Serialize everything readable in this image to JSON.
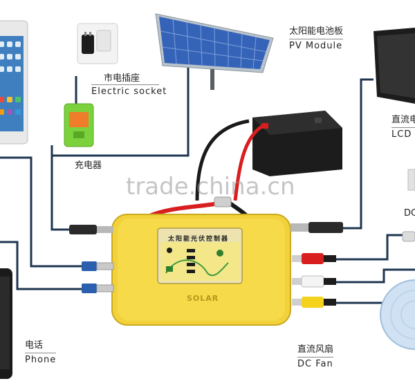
{
  "labels": {
    "pv_module_cn": "太阳能电池板",
    "pv_module_en": "PV  Module",
    "electric_socket_cn": "市电插座",
    "electric_socket_en": "Electric  socket",
    "charger_cn": "充电器",
    "lcd_cn": "直流电",
    "lcd_en": "LCD  T",
    "dc_partial": "DC",
    "phone_cn": "电话",
    "phone_en": "Phone",
    "dc_fan_cn": "直流风扇",
    "dc_fan_en": "DC  Fan"
  },
  "controller": {
    "panel_title": "太阳能光伏控制器",
    "brand": "SOLAR"
  },
  "watermark": "trade.china.cn",
  "colors": {
    "controller_body": "#f2d13a",
    "cable": "#1e3550",
    "red_wire": "#d81e1e",
    "black_wire": "#1a1a1a",
    "panel_blue": "#3563b8",
    "battery": "#1c1c1c",
    "charger_green": "#7cd23c"
  }
}
